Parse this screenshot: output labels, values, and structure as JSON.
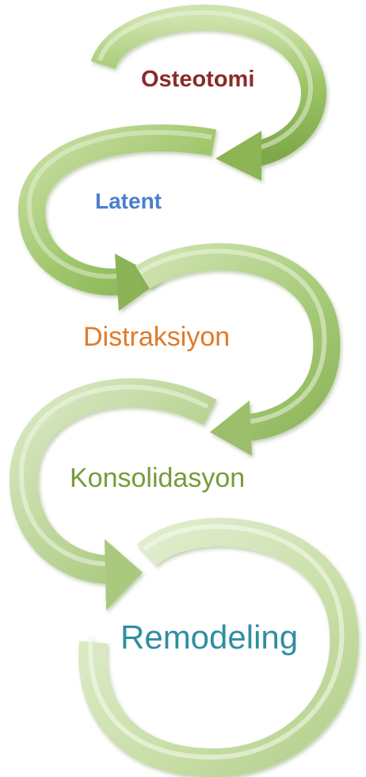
{
  "steps": [
    {
      "label": "Osteotomi",
      "color": "#8b2a2a"
    },
    {
      "label": "Latent",
      "color": "#4b7fcc"
    },
    {
      "label": "Distraksiyon",
      "color": "#e07a2a"
    },
    {
      "label": "Konsolidasyon",
      "color": "#7a9a3a"
    },
    {
      "label": "Remodeling",
      "color": "#2f8f9f"
    }
  ],
  "colors": {
    "arrow_dark": "#7fa848",
    "arrow_light": "#b7d48c",
    "arrow_pale": "#d6e6bd",
    "arrow_highlight": "#eef6e2"
  }
}
